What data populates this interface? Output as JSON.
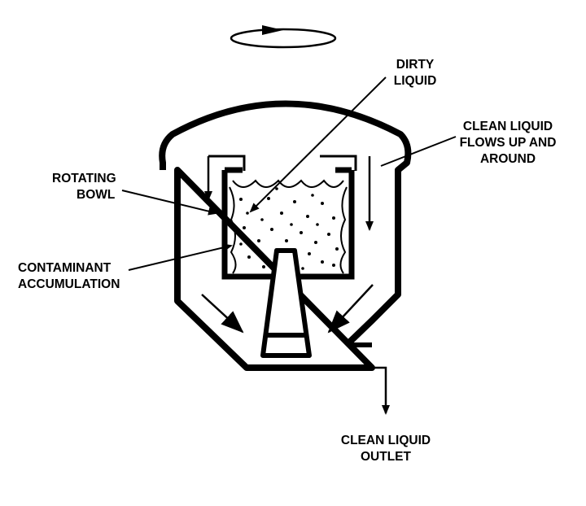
{
  "labels": {
    "dirty_liquid": [
      "DIRTY",
      "LIQUID"
    ],
    "clean_liquid_flows": [
      "CLEAN LIQUID",
      "FLOWS UP AND",
      "AROUND"
    ],
    "rotating_bowl": [
      "ROTATING",
      "BOWL"
    ],
    "contaminant": [
      "CONTAMINANT",
      "ACCUMULATION"
    ],
    "outlet": [
      "CLEAN LIQUID",
      "OUTLET"
    ]
  },
  "colors": {
    "ink": "#000000",
    "paper": "#ffffff"
  }
}
